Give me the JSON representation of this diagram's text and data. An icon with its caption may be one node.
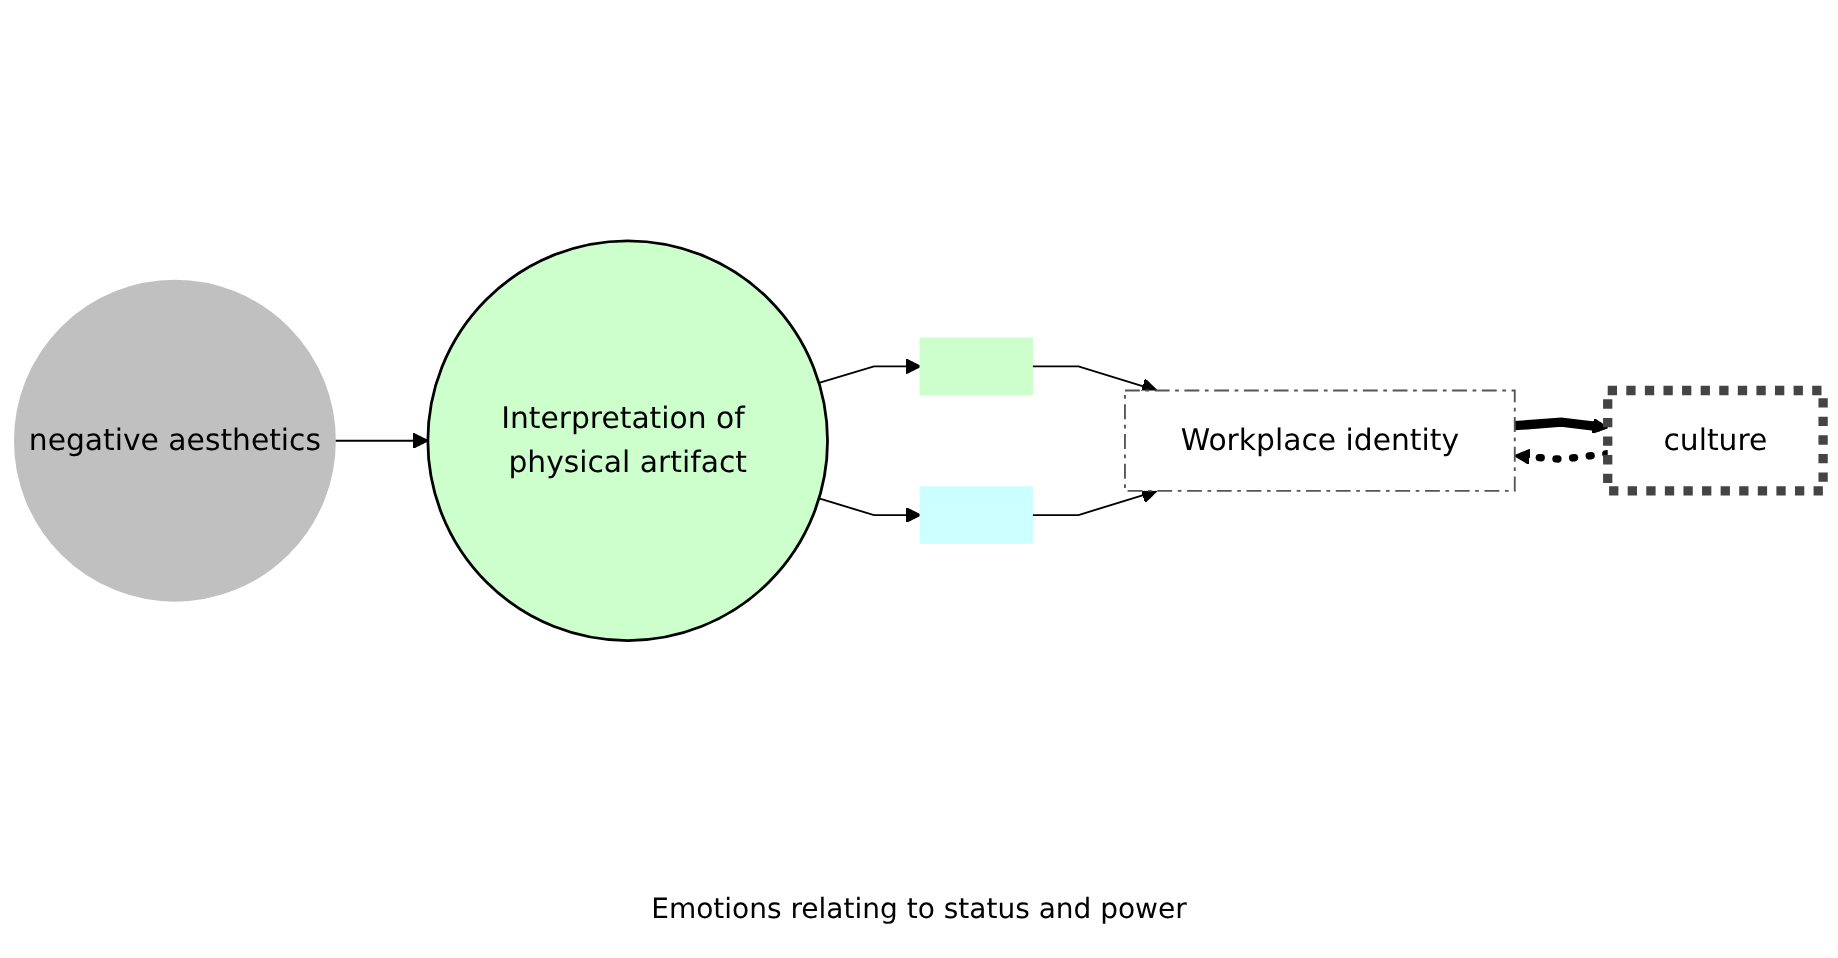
{
  "diagram": {
    "nodes": [
      {
        "text": [
          "negative aesthetics"
        ]
      },
      {
        "text": [
          "Interpretation of physical artifact"
        ]
      },
      {
        "text": [],
        "shape": "box"
      },
      {
        "text": [],
        "shape": "box"
      },
      {
        "text": [
          "culture"
        ]
      },
      {
        "text": [
          "Workplace identity"
        ]
      }
    ],
    "edges": [
      {
        "from": 0,
        "to": 1,
        "arrow": "to"
      },
      {
        "from": 1,
        "to": 2,
        "arrow": "to"
      },
      {
        "from": 1,
        "to": 3,
        "arrow": "to"
      },
      {
        "from": 2,
        "to": 5,
        "arrow": "to"
      },
      {
        "from": 3,
        "to": 5,
        "arrow": "to"
      },
      {
        "from": 5,
        "to": 4,
        "arrow": "to",
        "style": "thick"
      },
      {
        "from": 4,
        "to": 5,
        "arrow": "to",
        "style": "dashed"
      }
    ],
    "labels": [
      "Emotions relating to status and power"
    ]
  }
}
